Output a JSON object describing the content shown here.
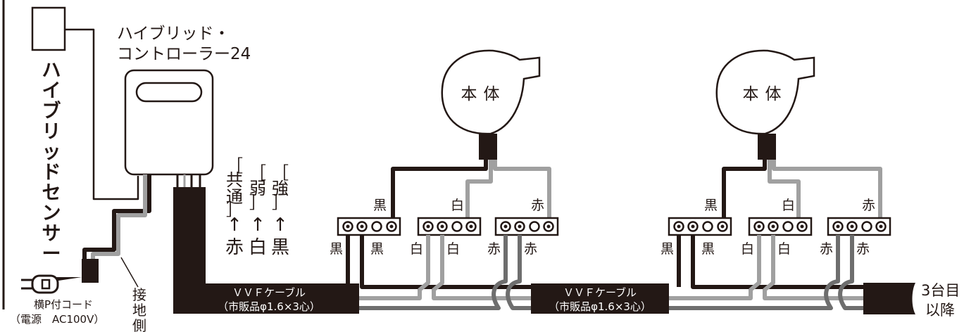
{
  "sensor_label": "ハイブリッドセンサー",
  "controller_label_line1": "ハイブリッド・",
  "controller_label_line2": "コントローラー24",
  "terminals": {
    "common": "共通",
    "weak": "弱",
    "strong": "強"
  },
  "arrow_glyph": "↑",
  "wire_colors": {
    "red": "赤",
    "white": "白",
    "black": "黒"
  },
  "unit_label": "本体",
  "cord_label_line1": "横P付コード",
  "cord_label_line2": "（電源　AC100V）",
  "ground_label": "接地側",
  "cable_label_line1": "ＶＶＦケーブル",
  "cable_label_line2": "（市販品φ1.6×3心）",
  "continuation_line1": "3台目",
  "continuation_line2": "以降",
  "colors": {
    "black_wire": "#231815",
    "white_wire": "#a0a0a0",
    "red_wire": "#6e6e6e",
    "background": "#ffffff"
  }
}
